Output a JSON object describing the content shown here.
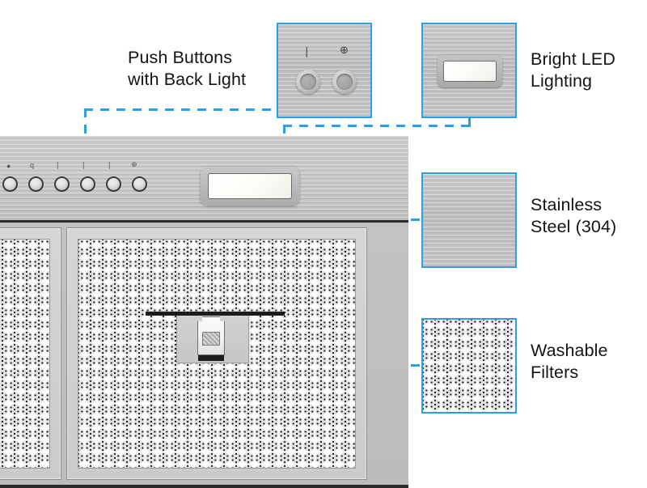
{
  "page": {
    "title": "Range Hood Feature Callouts",
    "background": "#ffffff",
    "accent_color": "#2f9fdd",
    "text_color": "#141414"
  },
  "callouts": [
    {
      "id": "push-buttons",
      "label": "Push Buttons\nwith Back Light",
      "label_position": "left",
      "swatch": {
        "type": "control-panel-closeup",
        "background_color": "#bdbdbd",
        "buttons": [
          {
            "symbol": "I",
            "name": "speed-button"
          },
          {
            "symbol": "lamp",
            "name": "light-button"
          }
        ]
      }
    },
    {
      "id": "bright-led",
      "label": "Bright LED\nLighting",
      "label_position": "right",
      "swatch": {
        "type": "led-lamp-closeup",
        "background_color": "#bdbdbd",
        "lens_color": "#fbfbf7"
      }
    },
    {
      "id": "stainless-steel",
      "label": "Stainless\nSteel (304)",
      "label_position": "right",
      "swatch": {
        "type": "brushed-steel-swatch",
        "background_color": "#c2c2c2"
      }
    },
    {
      "id": "washable-filters",
      "label": "Washable\nFilters",
      "label_position": "right",
      "swatch": {
        "type": "perforated-mesh-swatch",
        "background_color": "#fdfdfd",
        "perforation_color": "#222222"
      }
    }
  ],
  "product": {
    "name": "range-hood",
    "material": "Stainless Steel (304)",
    "control_panel": {
      "button_count": 6,
      "button_symbols": [
        "o",
        "q",
        "I",
        "I",
        "I",
        "lamp"
      ],
      "symbol_meanings": [
        "off",
        "timer",
        "speed-1",
        "speed-2",
        "speed-3",
        "light"
      ]
    },
    "lamp": {
      "type": "led-panel",
      "count": 1
    },
    "filters": {
      "panel_count": 2,
      "type": "washable-aluminium-mesh",
      "latch": "pull-handle"
    }
  }
}
